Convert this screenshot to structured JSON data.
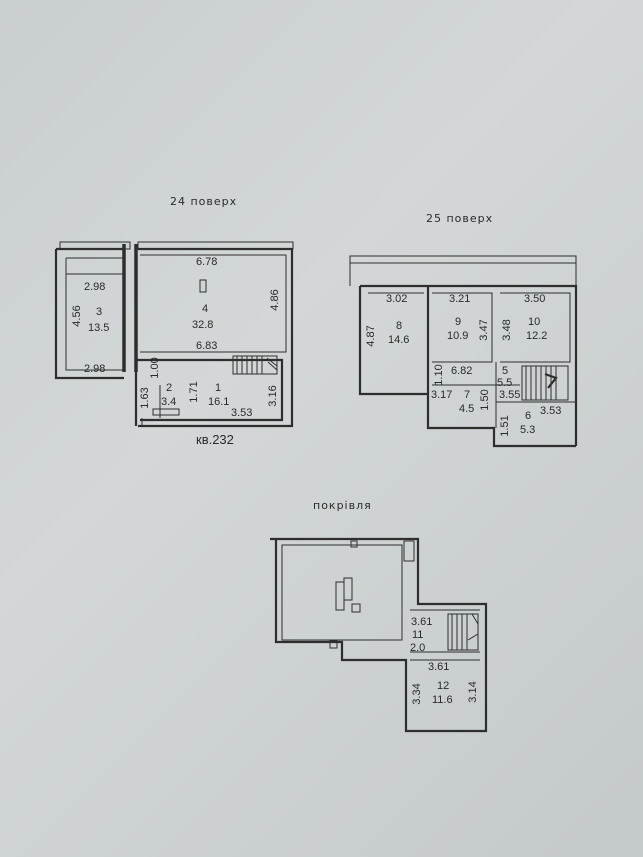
{
  "floors": {
    "f24": {
      "title": "24 поверх",
      "apartment": "кв.232",
      "rooms": {
        "r3": {
          "num": "3",
          "area": "13.5"
        },
        "r4": {
          "num": "4",
          "area": "32.8"
        },
        "r1": {
          "num": "1",
          "area": "16.1"
        },
        "r2": {
          "num": "2",
          "area": "3.4"
        }
      },
      "dims": {
        "top_room4": "6.78",
        "room4_left_w": "2.98",
        "room3_h": "4.56",
        "room3_bottom": "2.98",
        "room4_h": "4.86",
        "room4_bottom": "6.83",
        "corridor_w": "1.00",
        "room2_h": "1.63",
        "room1_h": "1.71",
        "room1_w": "3.53",
        "room1_right": "3.16"
      }
    },
    "f25": {
      "title": "25 поверх",
      "rooms": {
        "r8": {
          "num": "8",
          "area": "14.6"
        },
        "r9": {
          "num": "9",
          "area": "10.9"
        },
        "r10": {
          "num": "10",
          "area": "12.2"
        },
        "r5": {
          "num": "5",
          "area": "5.5"
        },
        "r7": {
          "num": "7",
          "area": "4.5"
        },
        "r6": {
          "num": "6",
          "area": "5.3"
        }
      },
      "dims": {
        "r8_w": "3.02",
        "r9_w": "3.21",
        "r10_w": "3.50",
        "r8_h": "4.87",
        "r9_h": "3.47",
        "r10_h": "3.48",
        "corr_w": "6.82",
        "corr_h": "1.10",
        "r7_w": "3.17",
        "r7_h": "1.50",
        "r5_w": "3.55",
        "r6_w": "3.53",
        "r6_h": "1.51"
      }
    },
    "roof": {
      "title": "покрівля",
      "rooms": {
        "r11": {
          "num": "11",
          "area": "2.0"
        },
        "r12": {
          "num": "12",
          "area": "11.6"
        }
      },
      "dims": {
        "r11_w": "3.61",
        "r12_w": "3.61",
        "r12_left": "3.34",
        "r12_right": "3.14"
      }
    }
  }
}
